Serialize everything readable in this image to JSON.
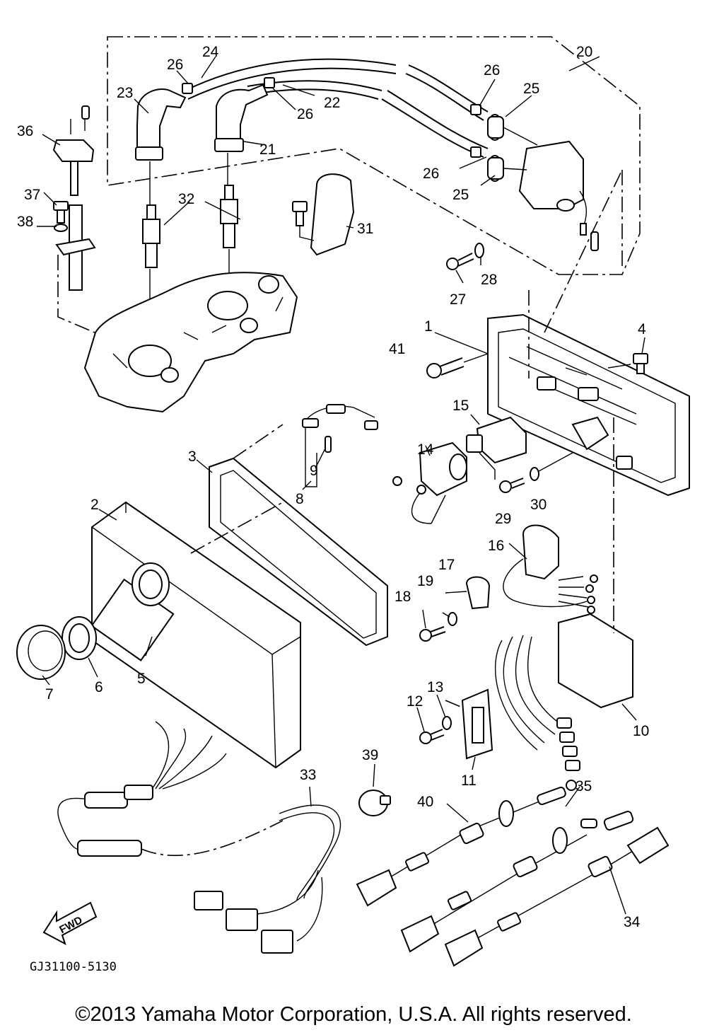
{
  "diagram": {
    "part_numbers": [
      "1",
      "2",
      "3",
      "4",
      "5",
      "6",
      "7",
      "8",
      "9",
      "10",
      "11",
      "12",
      "13",
      "14",
      "15",
      "16",
      "17",
      "18",
      "19",
      "20",
      "21",
      "22",
      "23",
      "24",
      "25",
      "26",
      "27",
      "28",
      "29",
      "30",
      "31",
      "32",
      "33",
      "34",
      "35",
      "36",
      "37",
      "38",
      "39",
      "40",
      "41"
    ],
    "extra_labels": {
      "n26": "26",
      "n25": "25"
    },
    "drawing_code": "GJ31100-5130",
    "fwd_label": "FWD"
  },
  "footer": {
    "copyright": "©2013 Yamaha Motor Corporation, U.S.A. All rights reserved."
  }
}
